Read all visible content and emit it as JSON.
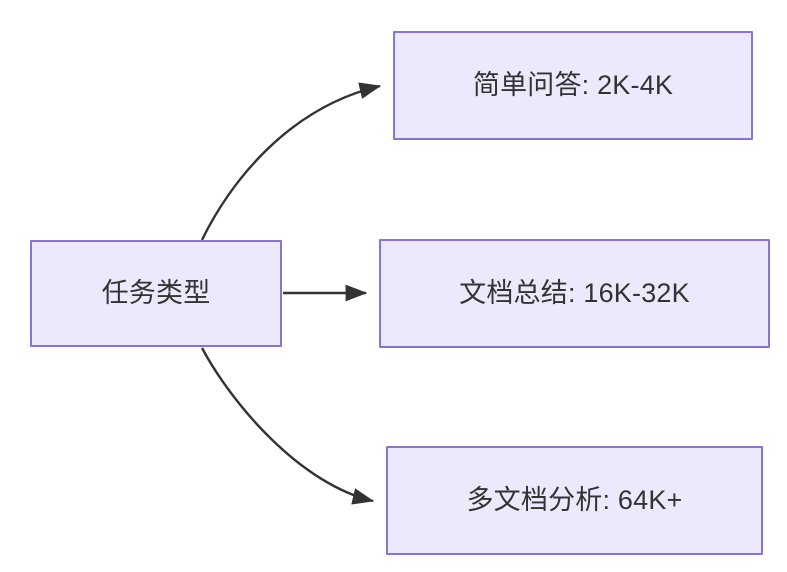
{
  "diagram": {
    "title": "",
    "background_color": "#ffffff",
    "node_fill_color": "#ece9fc",
    "node_border_color": "#8a72d6",
    "node_text_color": "#333333",
    "edge_color": "#333333",
    "root": {
      "label": "任务类型"
    },
    "branches": [
      {
        "id": "simple-qa",
        "label": "简单问答: 2K-4K"
      },
      {
        "id": "doc-sum",
        "label": "文档总结: 16K-32K"
      },
      {
        "id": "multi-doc",
        "label": "多文档分析: 64K+"
      }
    ],
    "edges": [
      {
        "from": "任务类型",
        "to": "简单问答: 2K-4K",
        "label": "",
        "style": "curved-arrow"
      },
      {
        "from": "任务类型",
        "to": "文档总结: 16K-32K",
        "label": "",
        "style": "straight-arrow"
      },
      {
        "from": "任务类型",
        "to": "多文档分析: 64K+",
        "label": "",
        "style": "curved-arrow"
      }
    ]
  }
}
